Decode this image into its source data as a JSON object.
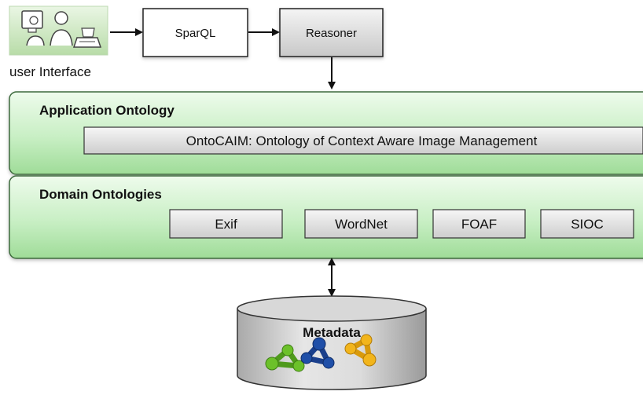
{
  "user_interface": {
    "label": "user Interface",
    "icon": "user-interface-icon"
  },
  "query_pipeline": {
    "sparql_label": "SparQL",
    "reasoner_label": "Reasoner"
  },
  "application_layer": {
    "title": "Application Ontology",
    "ontology_label": "OntoCAIM: Ontology of Context Aware Image Management"
  },
  "domain_layer": {
    "title": "Domain Ontologies",
    "items": [
      {
        "label": "Exif"
      },
      {
        "label": "WordNet"
      },
      {
        "label": "FOAF"
      },
      {
        "label": "SIOC"
      }
    ]
  },
  "metadata_store": {
    "label": "Metadata",
    "icon": "linked-data-graph-icon"
  },
  "colors": {
    "layer_fill_top": "#e8f9e6",
    "layer_fill_bottom": "#a6e3a0",
    "layer_stroke": "#3e6b3e",
    "box_fill_top": "#f2f2f2",
    "box_fill_bottom": "#cfcfcf",
    "graph_green": "#6cc12a",
    "graph_blue": "#1f4fa8",
    "graph_yellow": "#f2b51c"
  }
}
